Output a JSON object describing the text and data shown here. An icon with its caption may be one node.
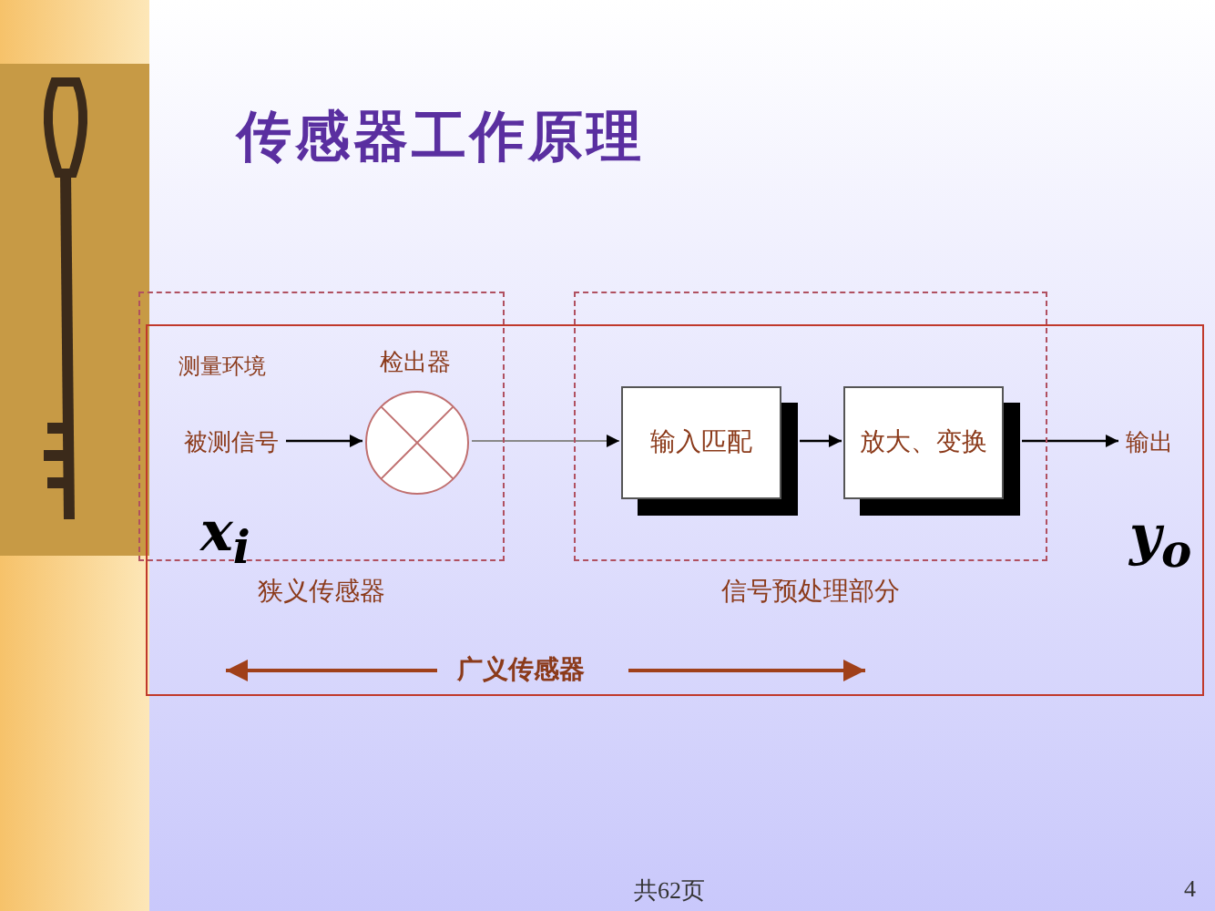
{
  "diagram": {
    "title": "传感器工作原理",
    "nodes": [
      {
        "text": [
          "广义传感器"
        ]
      },
      {
        "text": [],
        "shape": "box",
        "beside": [
          "狭义传感器"
        ]
      },
      {
        "text": [],
        "shape": "box",
        "beside": [
          "信号预处理部分"
        ]
      },
      {
        "text": [
          "被测信号"
        ],
        "in": 1
      },
      {
        "text": [],
        "shape": "circle",
        "beside": [
          "检出器"
        ],
        "in": 1
      },
      {
        "text": [
          "输入匹配"
        ],
        "in": 2
      },
      {
        "text": [
          "放大、变换"
        ],
        "in": 2
      },
      {
        "text": [
          "输出"
        ],
        "in": 0
      }
    ],
    "edges": [
      {
        "from": 3,
        "to": 4,
        "arrow": "to"
      },
      {
        "from": 4,
        "to": 5,
        "arrow": "to",
        "color": "#888888"
      },
      {
        "from": 5,
        "to": 6,
        "arrow": "to"
      },
      {
        "from": 6,
        "to": 7,
        "arrow": "to"
      }
    ],
    "labels": [
      "测量环境",
      "x$_{i}$",
      "y$_{o}$",
      "共62页",
      "4"
    ]
  }
}
